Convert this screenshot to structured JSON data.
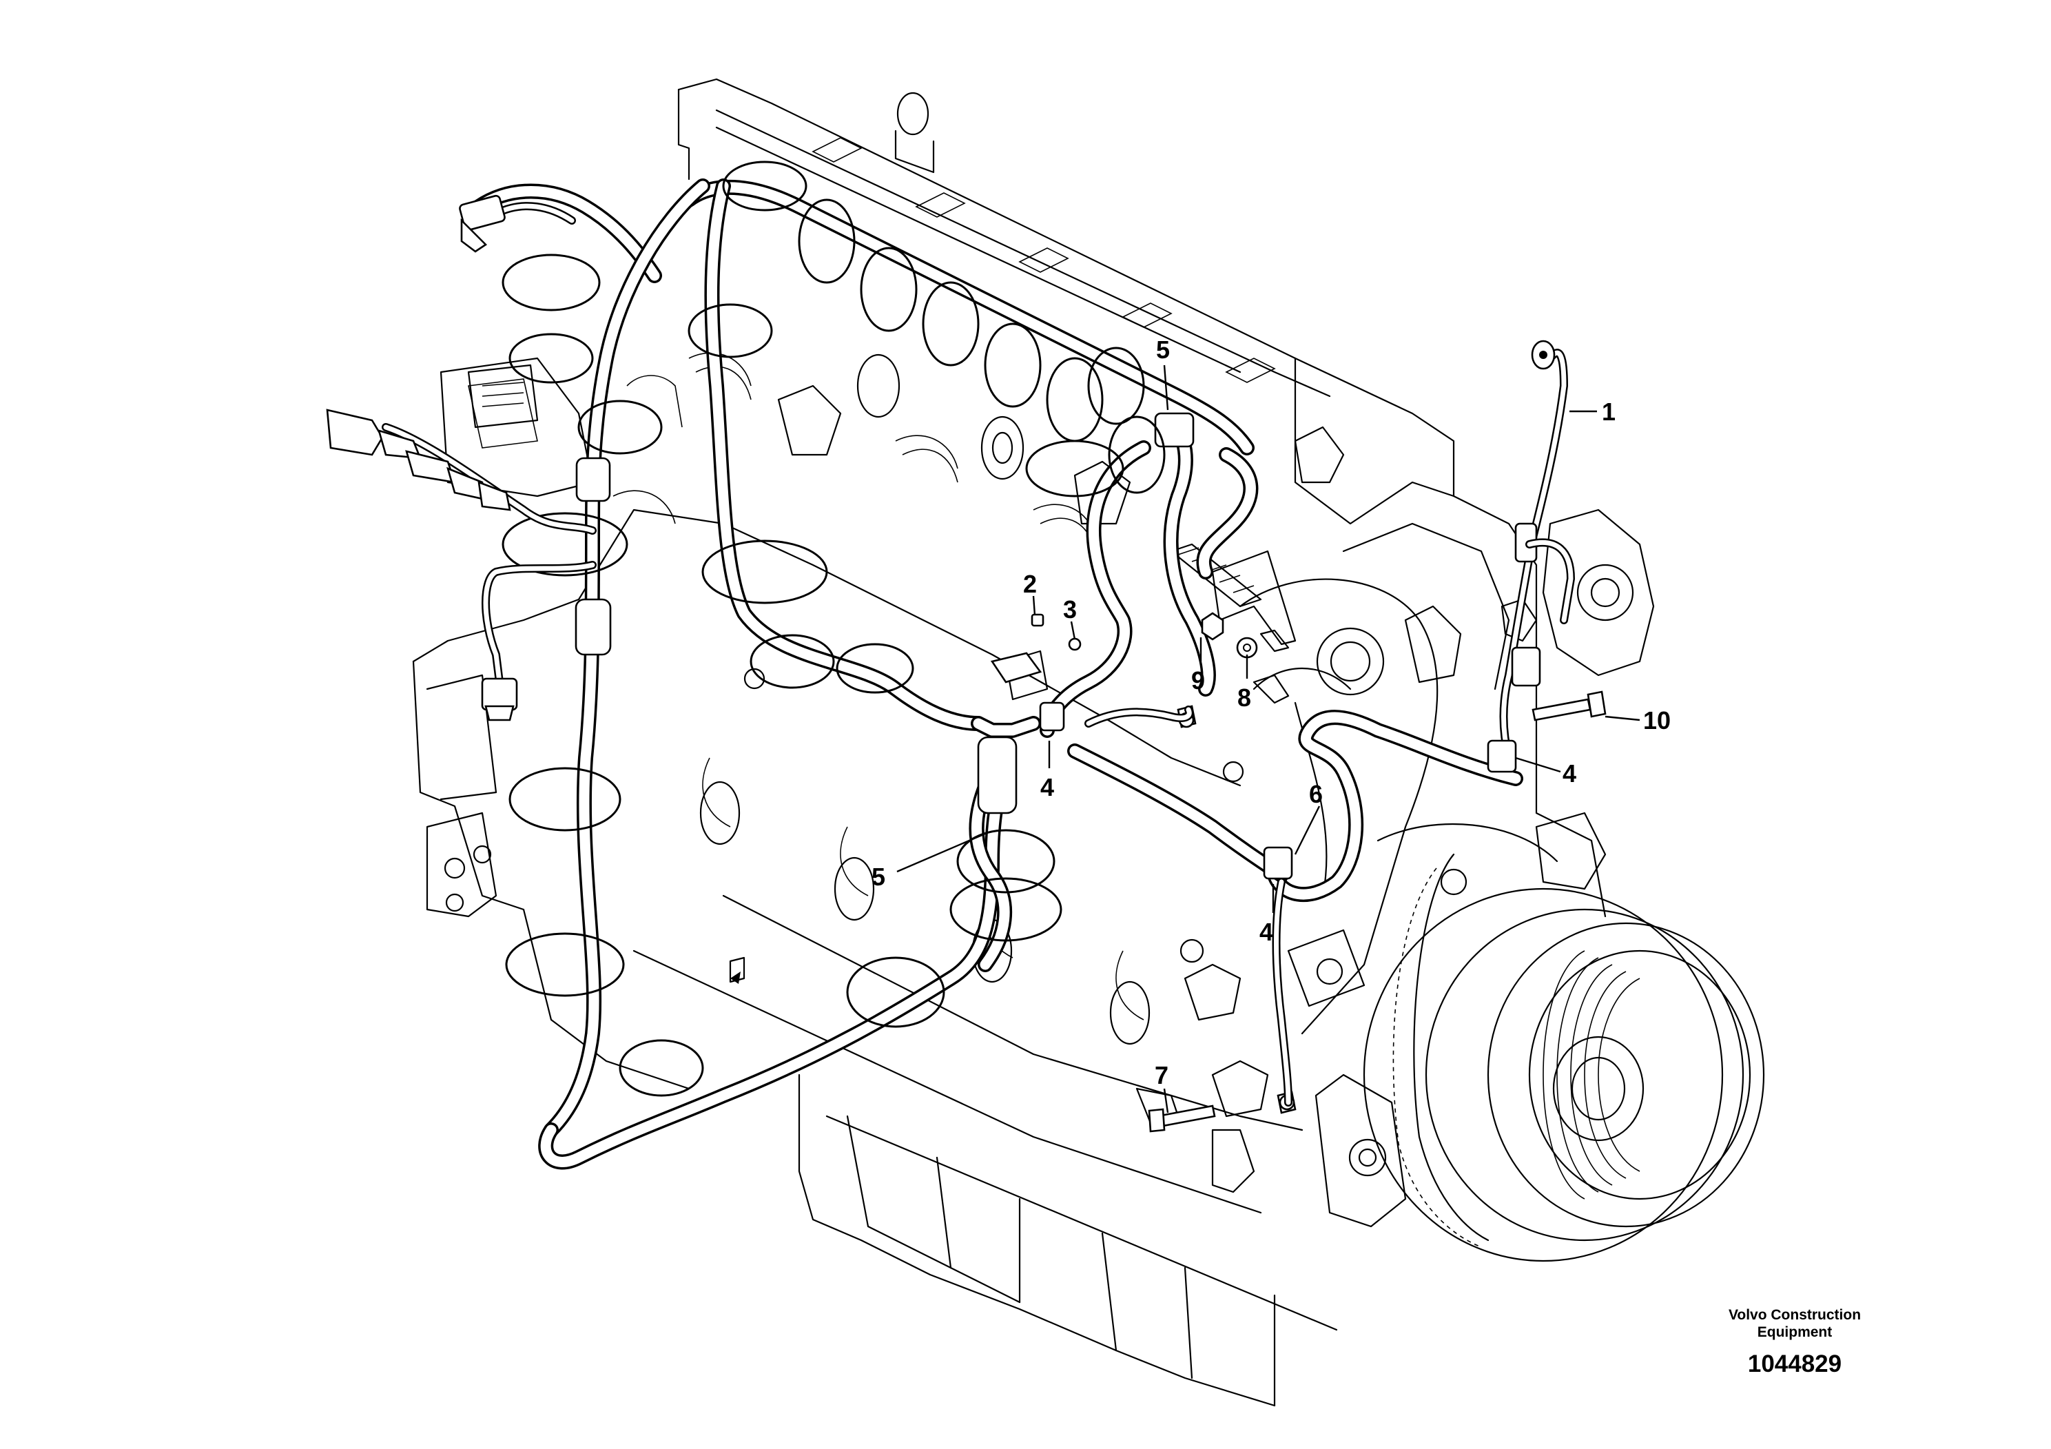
{
  "callouts": {
    "c1": "1",
    "c2": "2",
    "c3": "3",
    "c4a": "4",
    "c4b": "4",
    "c4c": "4",
    "c5a": "5",
    "c5b": "5",
    "c6": "6",
    "c7": "7",
    "c8": "8",
    "c9": "9",
    "c10": "10"
  },
  "footer": {
    "company_line1": "Volvo Construction",
    "company_line2": "Equipment",
    "document_number": "1044829"
  }
}
